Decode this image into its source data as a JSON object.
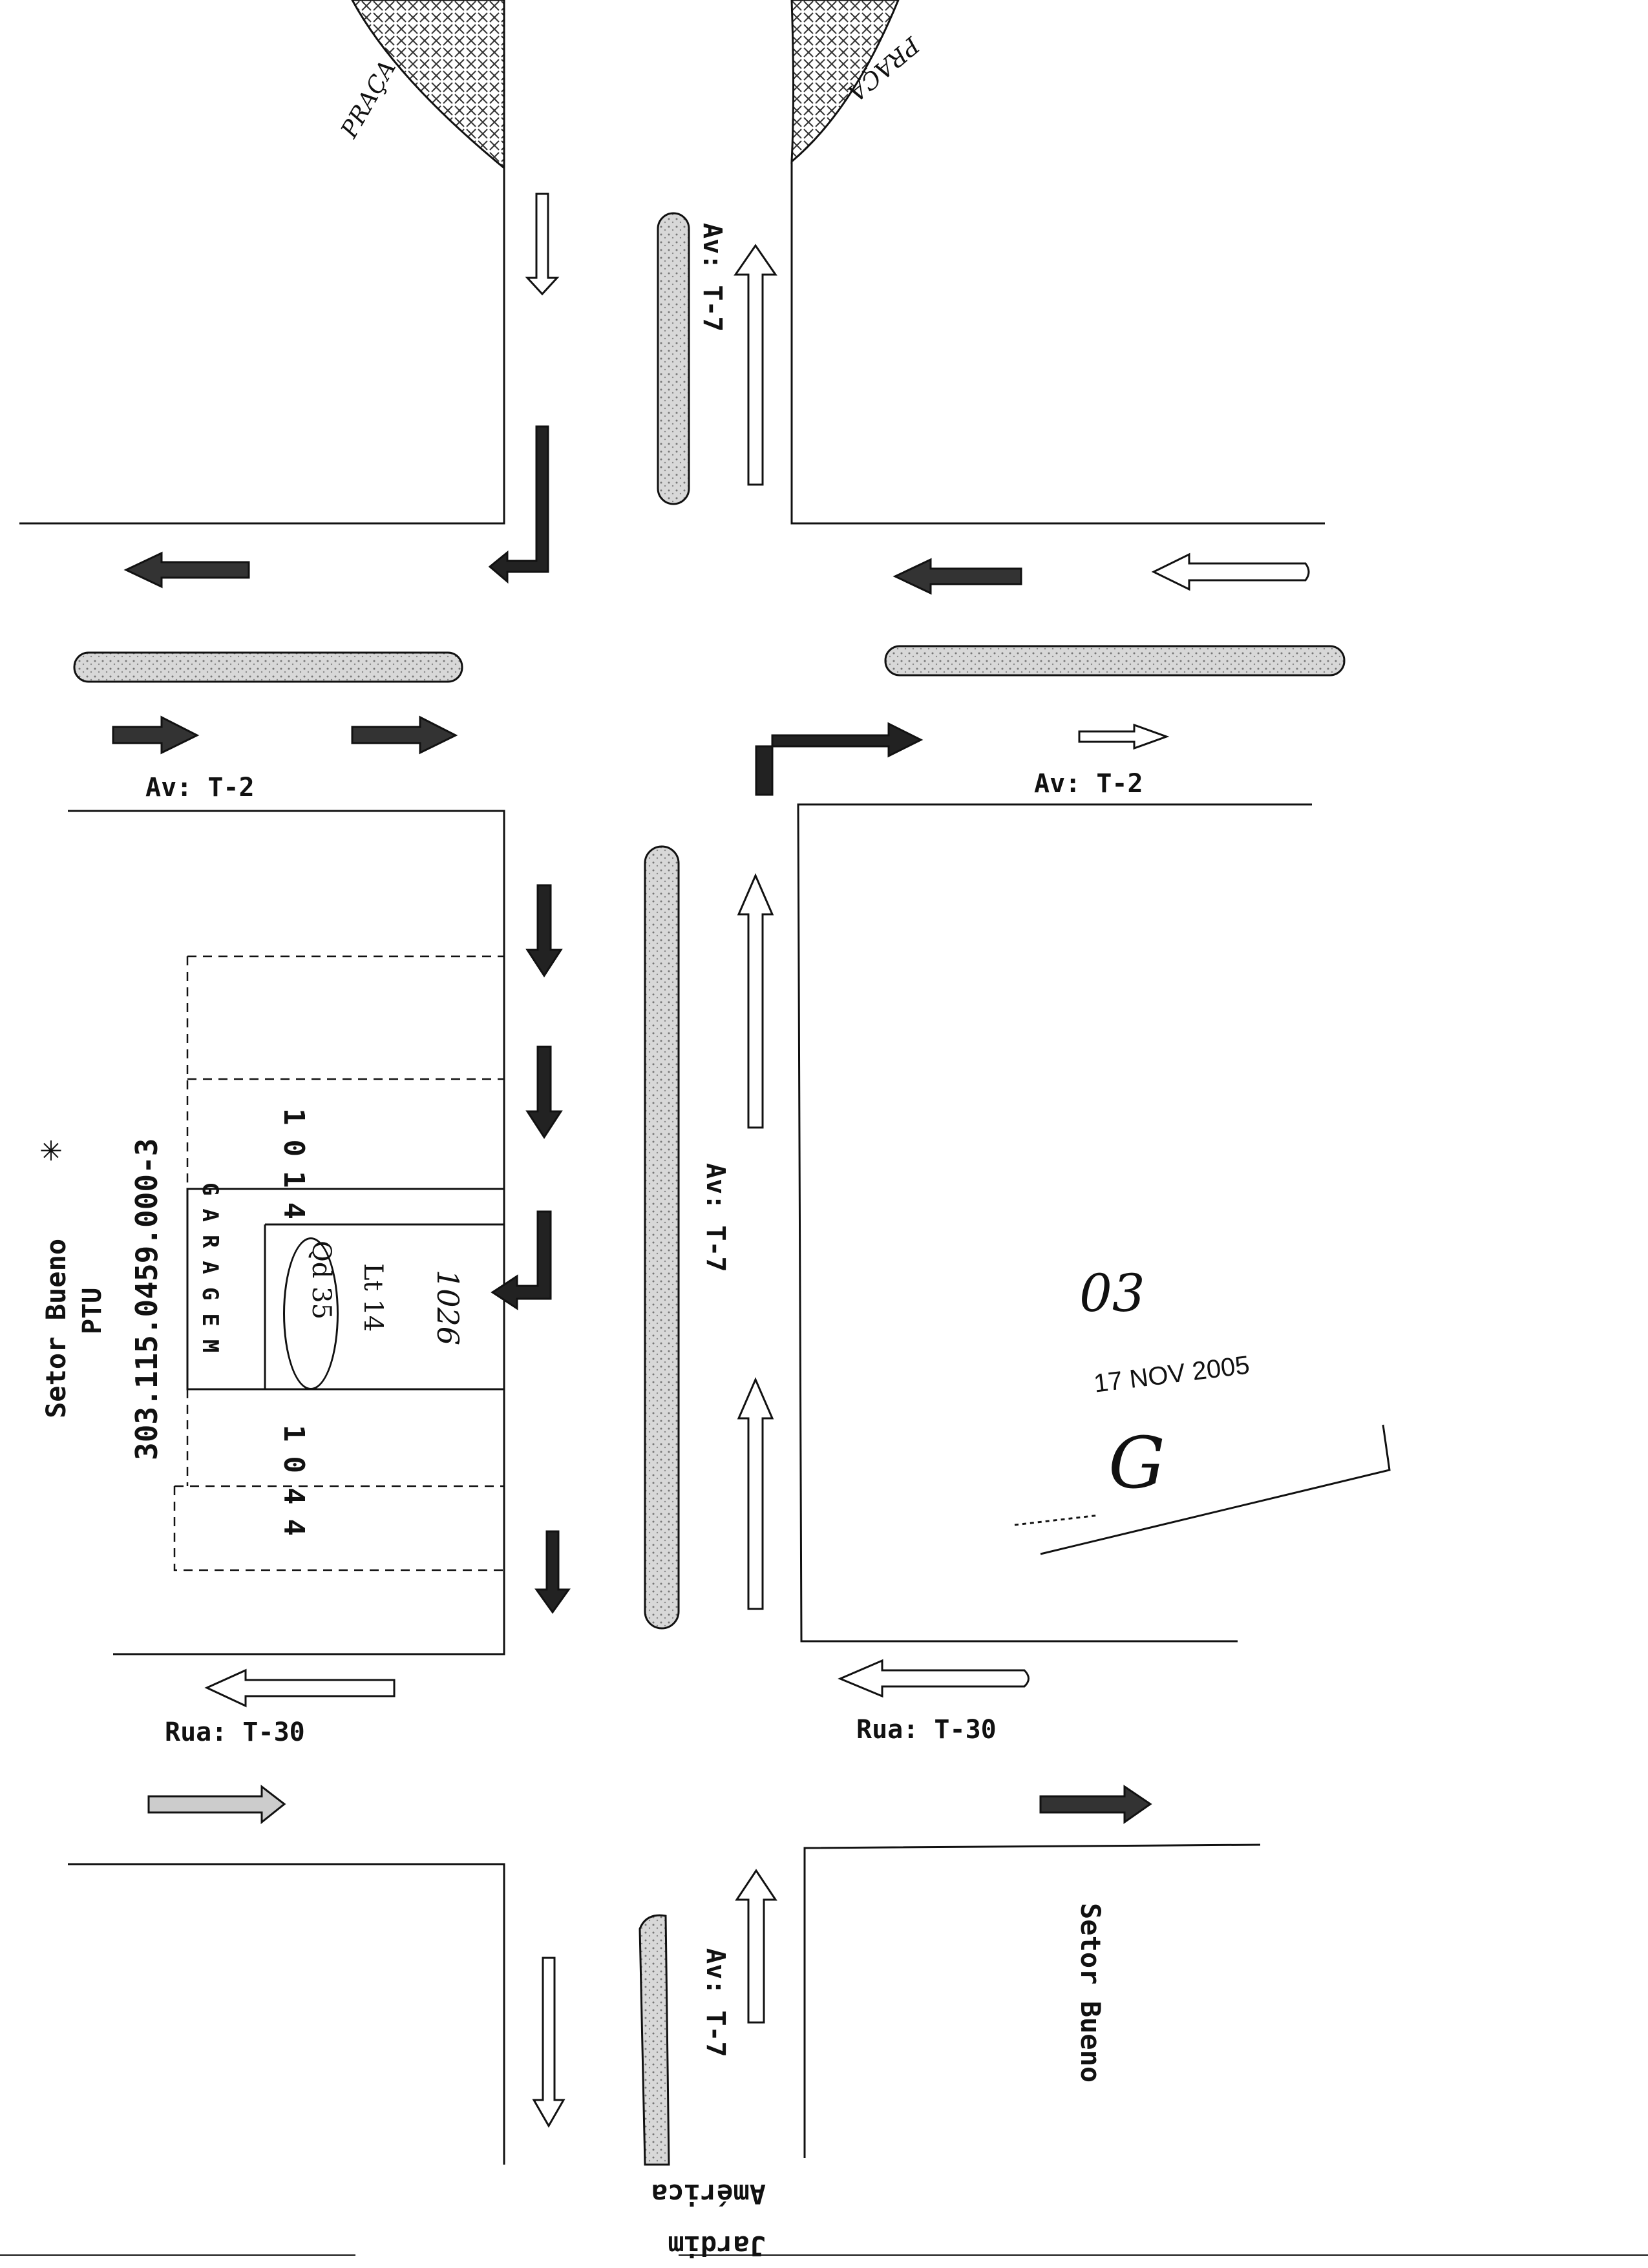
{
  "streets": {
    "av_t7": "Av: T-7",
    "av_t2": "Av:  T-2",
    "rua_t30": "Rua:  T-30"
  },
  "praca": "PRAÇA",
  "lot": {
    "left_number": "1014",
    "garagem": "GARAGEM",
    "qd": "Qd 35",
    "lt": "Lt 14",
    "handwritten": "1026",
    "right_number": "1044"
  },
  "sector": {
    "name_left": "Setor Bueno",
    "ptu": "PTU",
    "code": "303.115.0459.000-3",
    "mark": "✳",
    "name_right": "Setor Bueno",
    "jardim": "Jardim",
    "america": "América"
  },
  "stamp": {
    "number": "03",
    "date": "17 NOV 2005",
    "initial": "G"
  },
  "colors": {
    "ink": "#111111",
    "median": "#c9c9c9",
    "hatch": "#333333"
  }
}
